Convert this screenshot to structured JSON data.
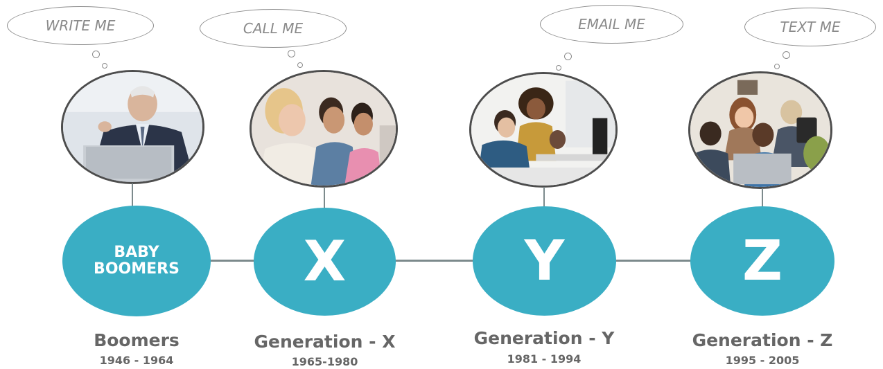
{
  "colors": {
    "circle": "#3aaec4",
    "line": "#7c8a8c",
    "label_text": "#666666",
    "bubble_text": "#8a8a8a"
  },
  "generations": [
    {
      "bubble_text": "WRITE ME",
      "circle_label": "BABY\nBOOMERS",
      "name": "Boomers",
      "years": "1946 - 1964",
      "photo_icon": "businessman-laptop-photo"
    },
    {
      "bubble_text": "CALL ME",
      "circle_label": "X",
      "name": "Generation - X",
      "years": "1965-1980",
      "photo_icon": "group-listening-photo"
    },
    {
      "bubble_text": "EMAIL ME",
      "circle_label": "Y",
      "name": "Generation - Y",
      "years": "1981 - 1994",
      "photo_icon": "office-computer-photo"
    },
    {
      "bubble_text": "TEXT ME",
      "circle_label": "Z",
      "name": "Generation - Z",
      "years": "1995 - 2005",
      "photo_icon": "teens-devices-photo"
    }
  ]
}
